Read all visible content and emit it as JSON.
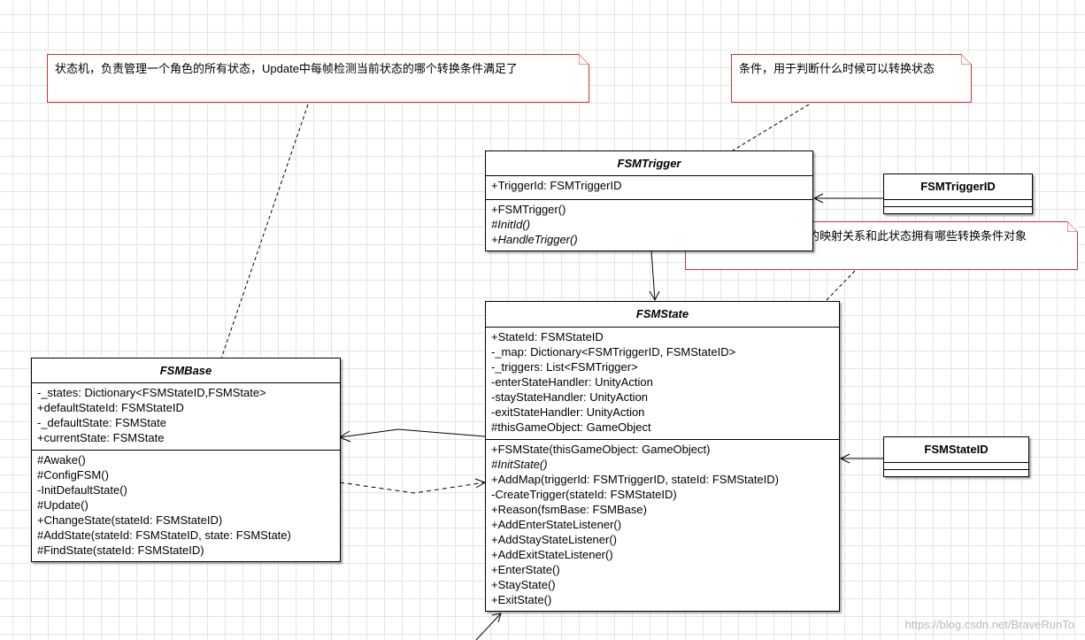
{
  "notes": {
    "fsm_base": "状态机，负责管理一个角色的所有状态，Update中每帧检测当前状态的哪个转换条件满足了",
    "trigger": "条件，用于判断什么时候可以转换状态",
    "state": "状态，管理状态与条件的映射关系和此状态拥有哪些转换条件对象"
  },
  "fsm_trigger": {
    "name": "FSMTrigger",
    "attributes": [
      "+TriggerId: FSMTriggerID"
    ],
    "methods": [
      "+FSMTrigger()",
      "#InitId()",
      "+HandleTrigger()"
    ]
  },
  "fsm_trigger_id": {
    "name": "FSMTriggerID"
  },
  "fsm_state": {
    "name": "FSMState",
    "attributes": [
      "+StateId: FSMStateID",
      "-_map: Dictionary<FSMTriggerID, FSMStateID>",
      "-_triggers: List<FSMTrigger>",
      "-enterStateHandler: UnityAction",
      "-stayStateHandler: UnityAction",
      "-exitStateHandler: UnityAction",
      "#thisGameObject: GameObject"
    ],
    "methods": [
      "+FSMState(thisGameObject: GameObject)",
      "#InitState()",
      "+AddMap(triggerId: FSMTriggerID, stateId: FSMStateID)",
      "-CreateTrigger(stateId: FSMStateID)",
      "+Reason(fsmBase: FSMBase)",
      "+AddEnterStateListener()",
      "+AddStayStateListener()",
      "+AddExitStateListener()",
      "+EnterState()",
      "+StayState()",
      "+ExitState()"
    ]
  },
  "fsm_state_id": {
    "name": "FSMStateID"
  },
  "fsm_base": {
    "name": "FSMBase",
    "attributes": [
      "-_states: Dictionary<FSMStateID,FSMState>",
      "+defaultStateId: FSMStateID",
      "-_defaultState: FSMState",
      "+currentState: FSMState"
    ],
    "methods": [
      "#Awake()",
      "#ConfigFSM()",
      "-InitDefaultState()",
      "#Update()",
      "+ChangeState(stateId: FSMStateID)",
      "#AddState(stateId: FSMStateID, state: FSMState)",
      "#FindState(stateId: FSMStateID)"
    ]
  },
  "watermark": "https://blog.csdn.net/BraveRunTo",
  "colors": {
    "note_border": "#cc3333",
    "grid": "#e4e4e4",
    "line": "#000000"
  }
}
